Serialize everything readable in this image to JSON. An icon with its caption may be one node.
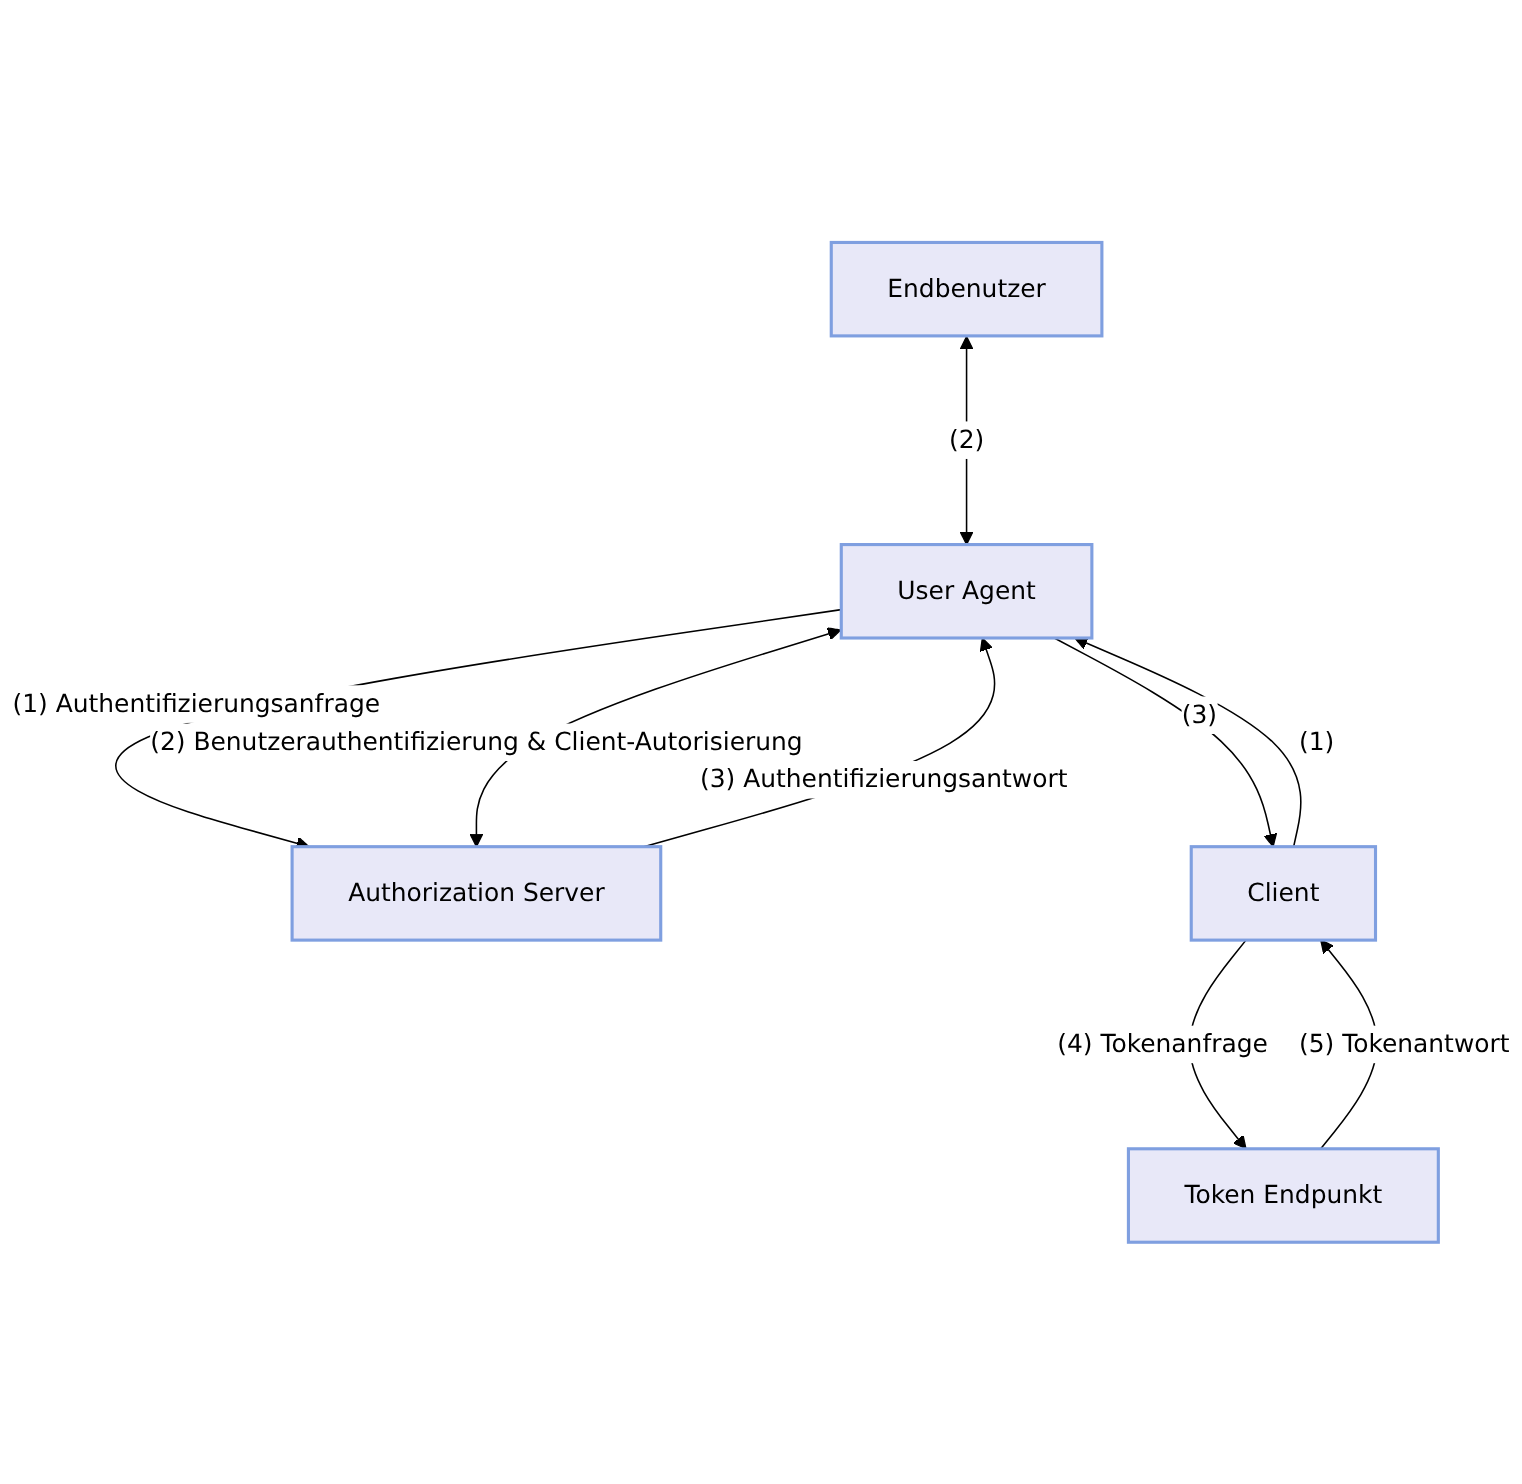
{
  "diagram": {
    "nodes": [
      {
        "text": [
          "Endbenutzer"
        ]
      },
      {
        "text": [
          "User Agent"
        ]
      },
      {
        "text": [
          "Authorization Server"
        ]
      },
      {
        "text": [
          "Client"
        ]
      },
      {
        "text": [
          "Token Endpunkt"
        ]
      }
    ],
    "edges": [
      {
        "from": 0,
        "to": 1,
        "arrow": "both",
        "label": "(2)"
      },
      {
        "from": 1,
        "to": 2,
        "arrow": "to",
        "label": "(1) Authentifizierungsanfrage"
      },
      {
        "from": 1,
        "to": 2,
        "arrow": "both",
        "label": "(2) Benutzerauthentifizierung & Client-Autorisierung"
      },
      {
        "from": 2,
        "to": 1,
        "arrow": "to",
        "label": "(3) Authentifizierungsantwort"
      },
      {
        "from": 3,
        "to": 1,
        "arrow": "to",
        "label": "(1)"
      },
      {
        "from": 1,
        "to": 3,
        "arrow": "to",
        "label": "(3)"
      },
      {
        "from": 3,
        "to": 4,
        "arrow": "to",
        "label": "(4) Tokenanfrage"
      },
      {
        "from": 4,
        "to": 3,
        "arrow": "to",
        "label": "(5) Tokenantwort"
      }
    ]
  }
}
